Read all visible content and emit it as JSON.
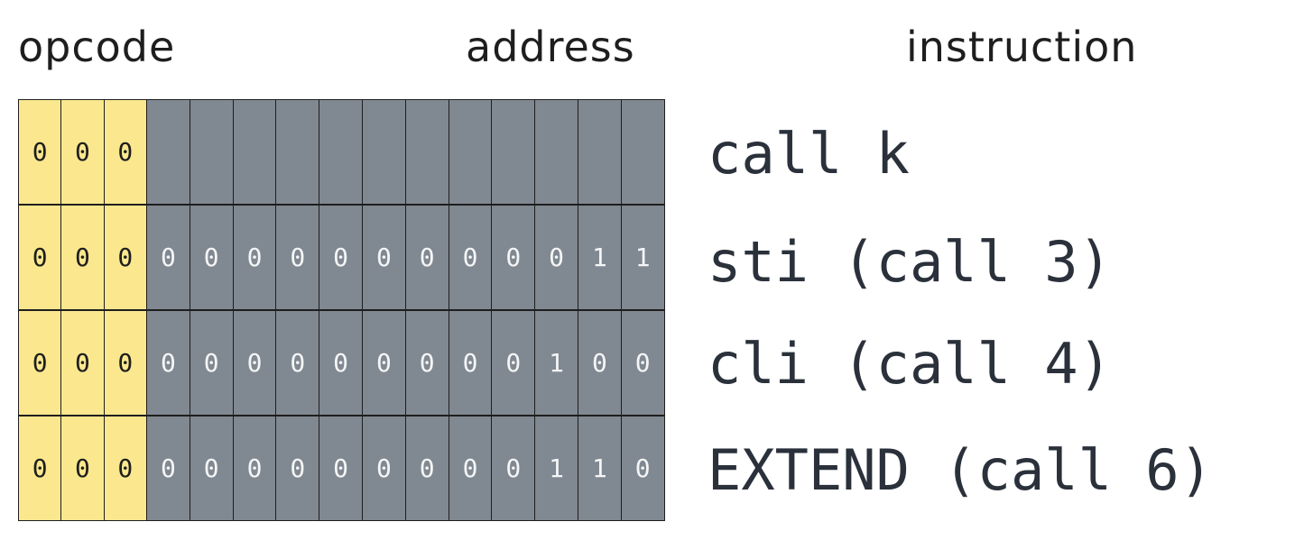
{
  "headers": {
    "opcode": "opcode",
    "address": "address",
    "instruction": "instruction"
  },
  "rows": [
    {
      "opcode": [
        "0",
        "0",
        "0"
      ],
      "address": [
        "",
        "",
        "",
        "",
        "",
        "",
        "",
        "",
        "",
        "",
        "",
        ""
      ],
      "instruction": "call k"
    },
    {
      "opcode": [
        "0",
        "0",
        "0"
      ],
      "address": [
        "0",
        "0",
        "0",
        "0",
        "0",
        "0",
        "0",
        "0",
        "0",
        "0",
        "1",
        "1"
      ],
      "instruction": "sti (call 3)"
    },
    {
      "opcode": [
        "0",
        "0",
        "0"
      ],
      "address": [
        "0",
        "0",
        "0",
        "0",
        "0",
        "0",
        "0",
        "0",
        "0",
        "1",
        "0",
        "0"
      ],
      "instruction": "cli (call 4)"
    },
    {
      "opcode": [
        "0",
        "0",
        "0"
      ],
      "address": [
        "0",
        "0",
        "0",
        "0",
        "0",
        "0",
        "0",
        "0",
        "0",
        "1",
        "1",
        "0"
      ],
      "instruction": "EXTEND (call 6)"
    }
  ],
  "colors": {
    "opcode_fill": "#fbe88e",
    "address_fill": "#808891",
    "stroke": "#1e1e1e",
    "instruction_text": "#2b313b"
  }
}
